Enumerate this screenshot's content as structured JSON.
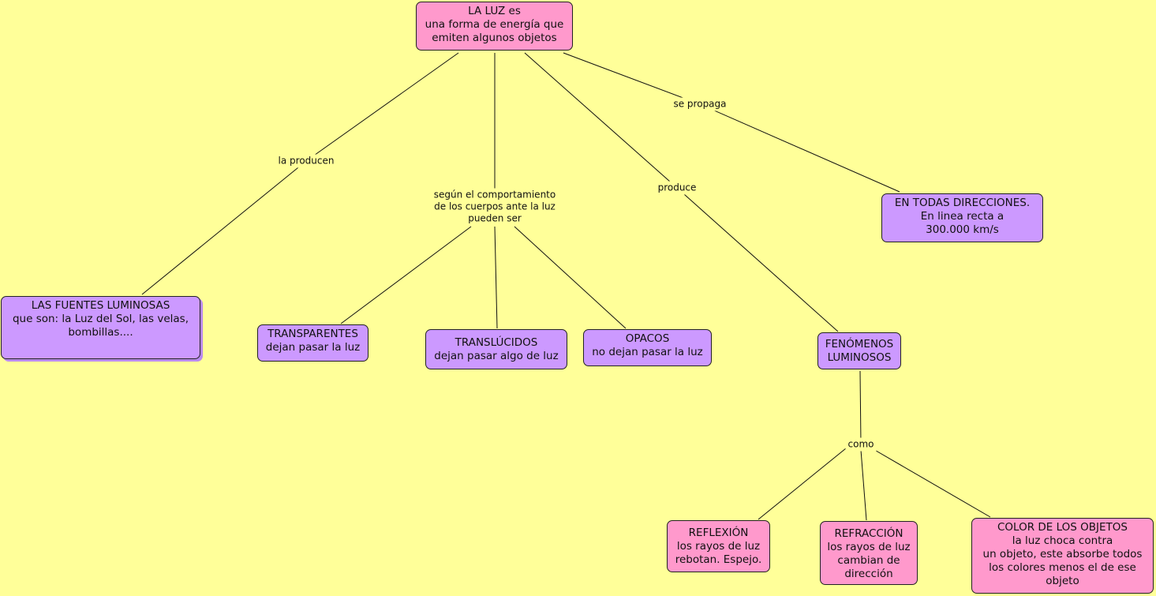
{
  "nodes": {
    "root": "LA LUZ es\nuna forma de energía que\nemiten algunos objetos",
    "fuentes": "LAS FUENTES LUMINOSAS\nque son: la Luz del Sol, las velas,\nbombillas....",
    "transparentes": "TRANSPARENTES\ndejan pasar la luz",
    "translucidos": "TRANSLÚCIDOS\ndejan pasar algo de luz",
    "opacos": "OPACOS\nno dejan pasar la luz",
    "fenomenos": "FENÓMENOS\nLUMINOSOS",
    "direcciones": "EN TODAS DIRECCIONES.\nEn linea recta a\n300.000 km/s",
    "reflexion": "REFLEXIÓN\nlos rayos de luz\nrebotan. Espejo.",
    "refraccion": "REFRACCIÓN\nlos rayos de luz\ncambian de\ndirección",
    "color": "COLOR DE LOS OBJETOS\nla luz choca contra\nun objeto, este absorbe todos\nlos colores menos el de ese\nobjeto"
  },
  "links": {
    "producen": "la producen",
    "segun": "según el comportamiento\nde los cuerpos ante la luz\npueden ser",
    "produce": "produce",
    "propaga": "se propaga",
    "como": "como"
  },
  "colors": {
    "background": "#ffff99",
    "concept_purple": "#cc99ff",
    "concept_pink": "#ff99cc"
  }
}
